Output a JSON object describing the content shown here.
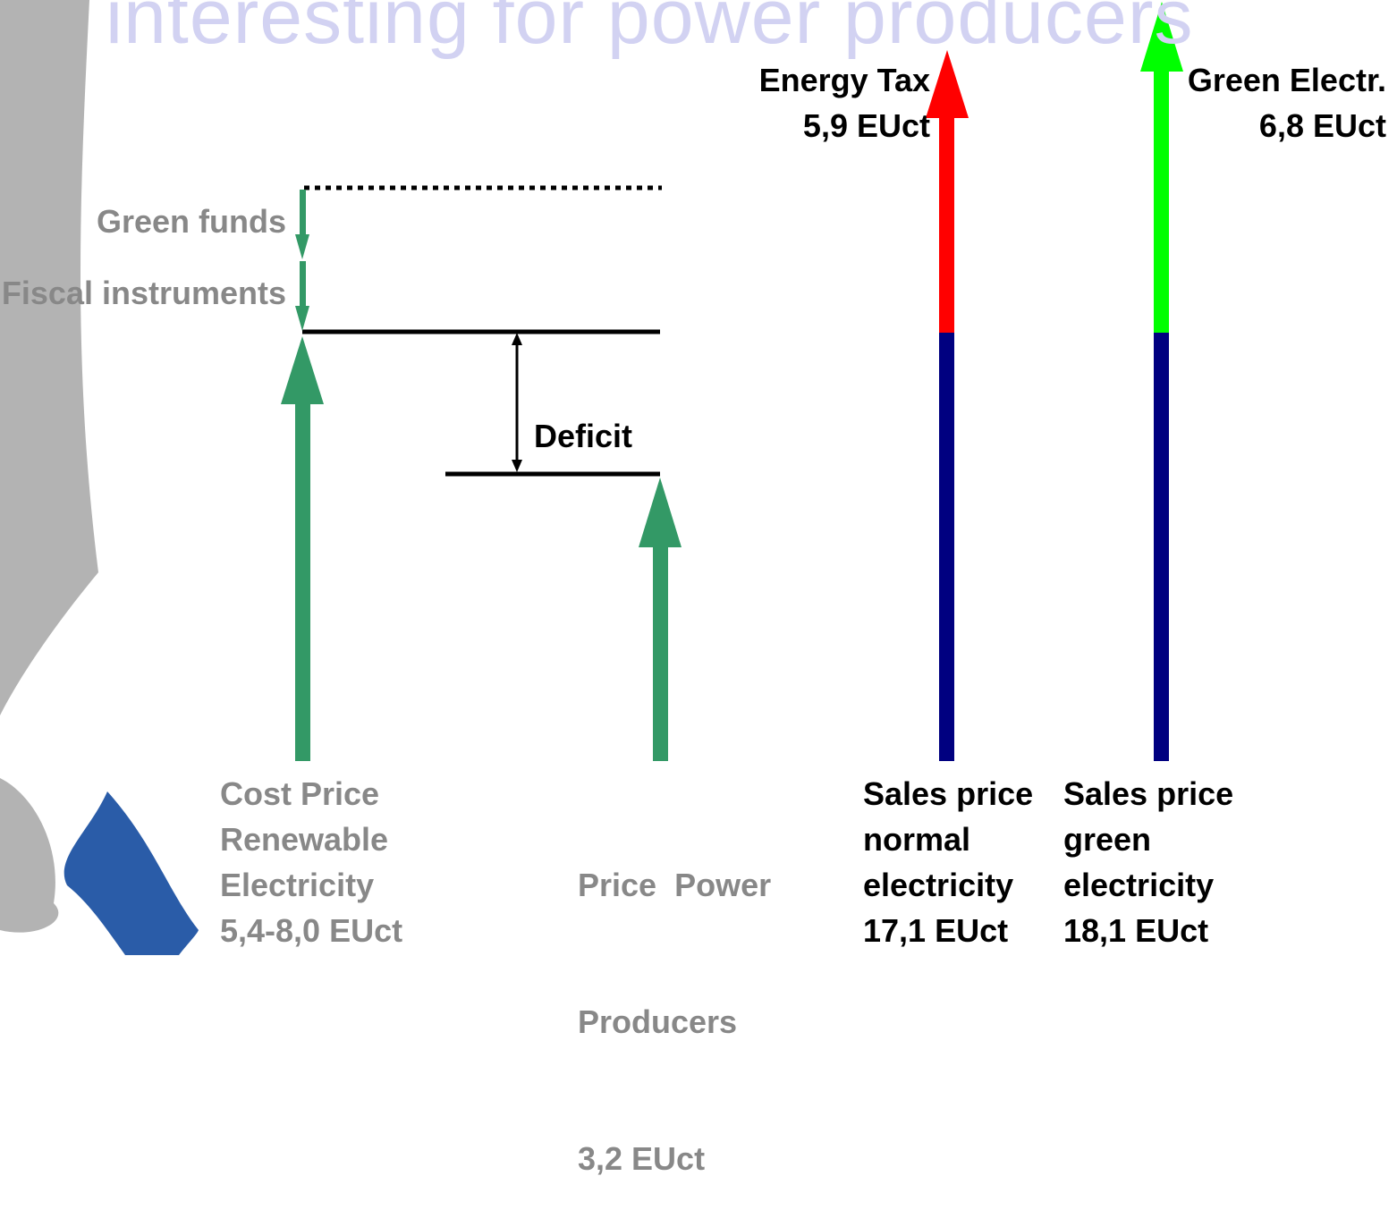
{
  "title": "interesting for power producers",
  "colors": {
    "green_arrow": "#339966",
    "energy_tax": "#ff0000",
    "green_electr": "#00ff00",
    "base_price": "#000080",
    "grey_text": "#888888",
    "logo_blue": "#2a5ca8",
    "logo_grey": "#b3b3b3",
    "title": "#d2d2f2"
  },
  "labels": {
    "green_funds": "Green funds",
    "fiscal_instruments": "Fiscal instruments",
    "deficit": "Deficit",
    "energy_tax": {
      "name": "Energy Tax",
      "value": "5,9 EUct"
    },
    "green_electr": {
      "name": "Green Electr.",
      "value": "6,8 EUct"
    }
  },
  "columns": [
    {
      "lines": [
        "Cost Price",
        "Renewable",
        "Electricity",
        "5,4-8,0 EUct"
      ]
    },
    {
      "lines": [
        "Price  Power",
        "Producers",
        "3,2 EUct"
      ]
    },
    {
      "lines": [
        "Sales price",
        "normal",
        "electricity",
        "17,1 EUct"
      ]
    },
    {
      "lines": [
        "Sales price",
        "green",
        "electricity",
        "18,1 EUct"
      ]
    }
  ]
}
